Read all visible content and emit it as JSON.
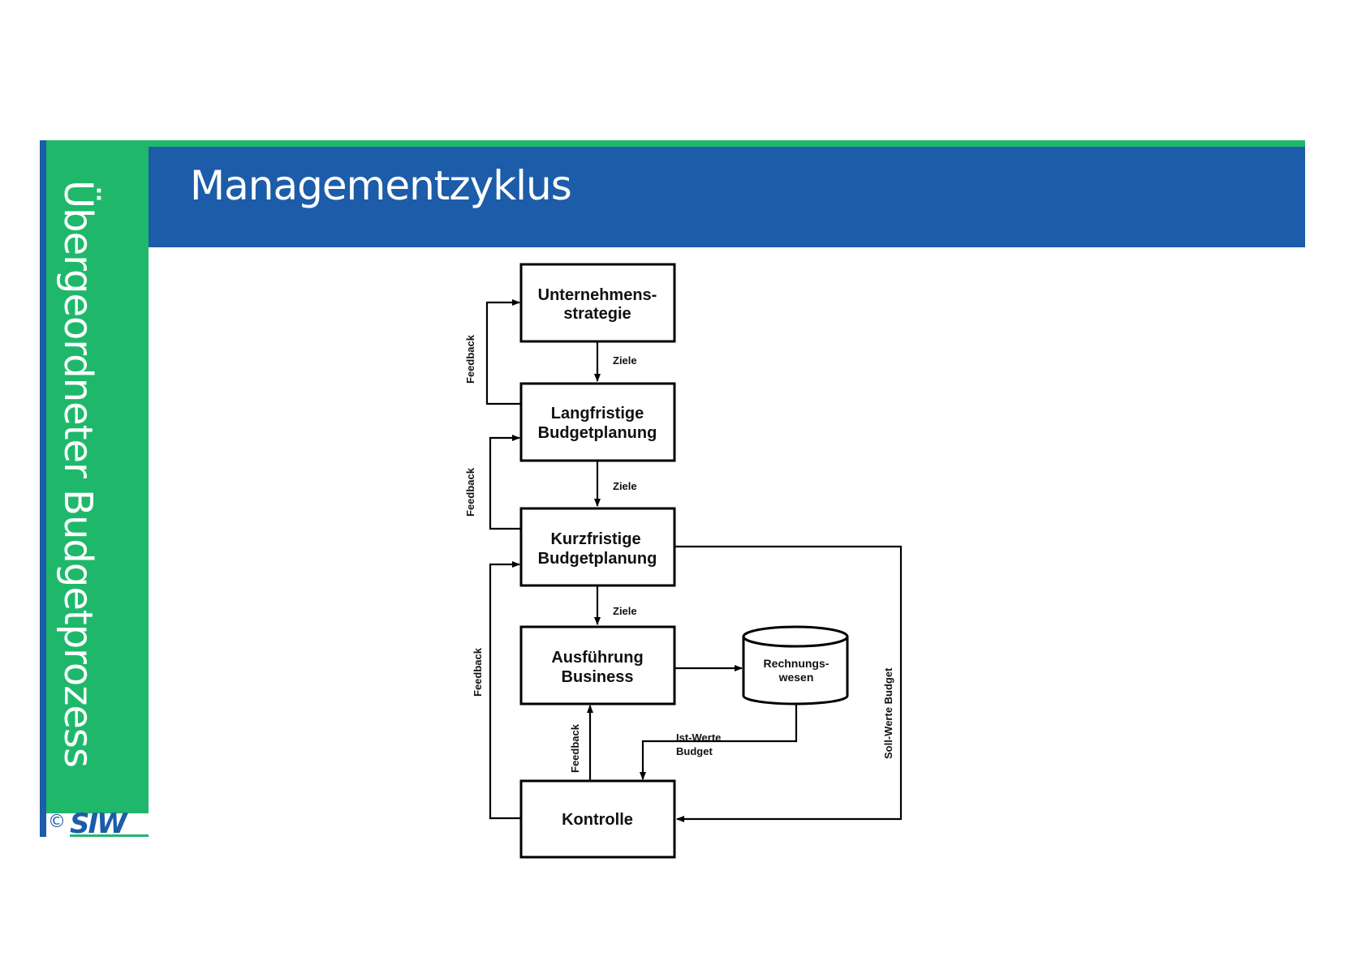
{
  "header": {
    "title": "Managementzyklus"
  },
  "sidebar": {
    "title": "Übergeordneter Budgetprozess",
    "copyright": "©",
    "logo": "SIW"
  },
  "diagram": {
    "boxes": {
      "strategie": [
        "Unternehmens-",
        "strategie"
      ],
      "langfristig": [
        "Langfristige",
        "Budgetplanung"
      ],
      "kurzfristig": [
        "Kurzfristige",
        "Budgetplanung"
      ],
      "ausfuehrung": [
        "Ausführung",
        "Business"
      ],
      "kontrolle": [
        "Kontrolle"
      ],
      "rechnungswesen": [
        "Rechnungs-",
        "wesen"
      ]
    },
    "edge_labels": {
      "ziele_1": "Ziele",
      "ziele_2": "Ziele",
      "ziele_3": "Ziele",
      "feedback_1": "Feedback",
      "feedback_2": "Feedback",
      "feedback_3": "Feedback",
      "feedback_4": "Feedback",
      "ist_werte": [
        "Ist-Werte",
        "Budget"
      ],
      "soll_werte": "Soll-Werte Budget"
    }
  }
}
